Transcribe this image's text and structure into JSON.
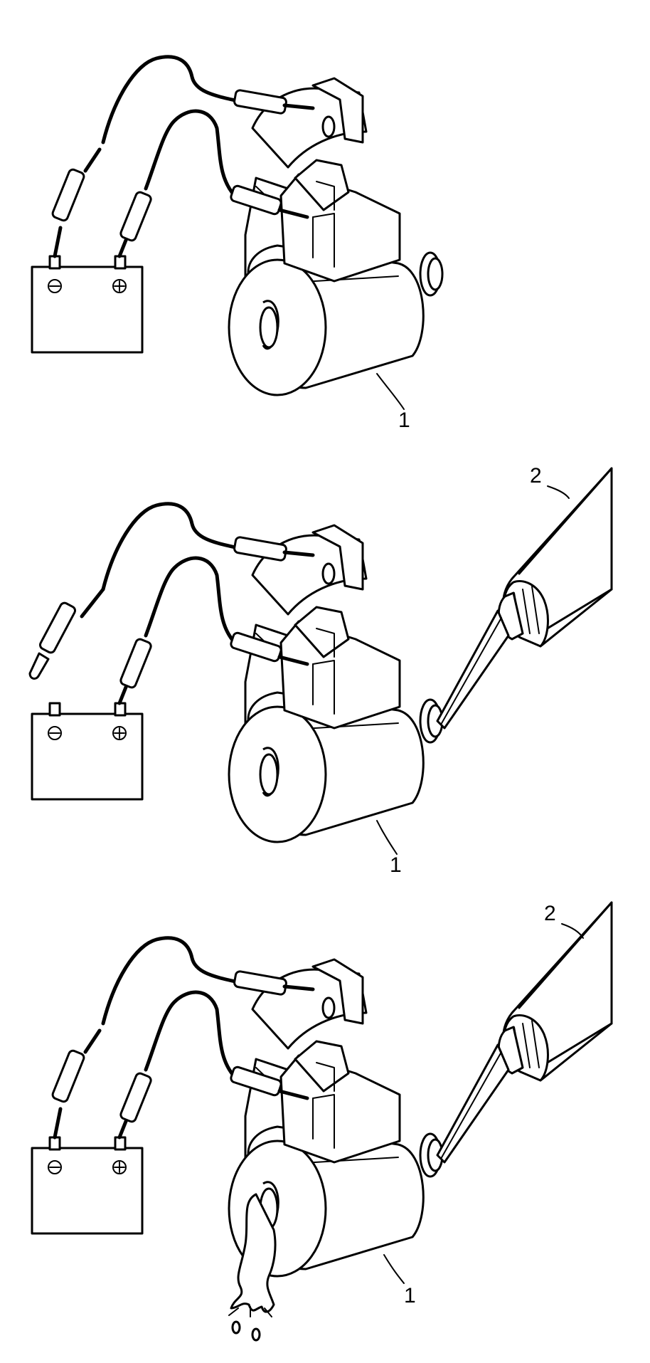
{
  "figure": {
    "panels": [
      {
        "id": "panel-1",
        "callouts": [
          "1"
        ],
        "battery_terminals": [
          "⊖",
          "⊕"
        ],
        "negative_lead_connected": true,
        "tool_present": false,
        "fluid_leak": false
      },
      {
        "id": "panel-2",
        "callouts": [
          "2",
          "1"
        ],
        "battery_terminals": [
          "⊖",
          "⊕"
        ],
        "negative_lead_connected": false,
        "tool_present": true,
        "fluid_leak": false
      },
      {
        "id": "panel-3",
        "callouts": [
          "2",
          "1"
        ],
        "battery_terminals": [
          "⊖",
          "⊕"
        ],
        "negative_lead_connected": true,
        "tool_present": true,
        "fluid_leak": true
      }
    ]
  },
  "colors": {
    "line": "#000000",
    "background": "#ffffff"
  }
}
